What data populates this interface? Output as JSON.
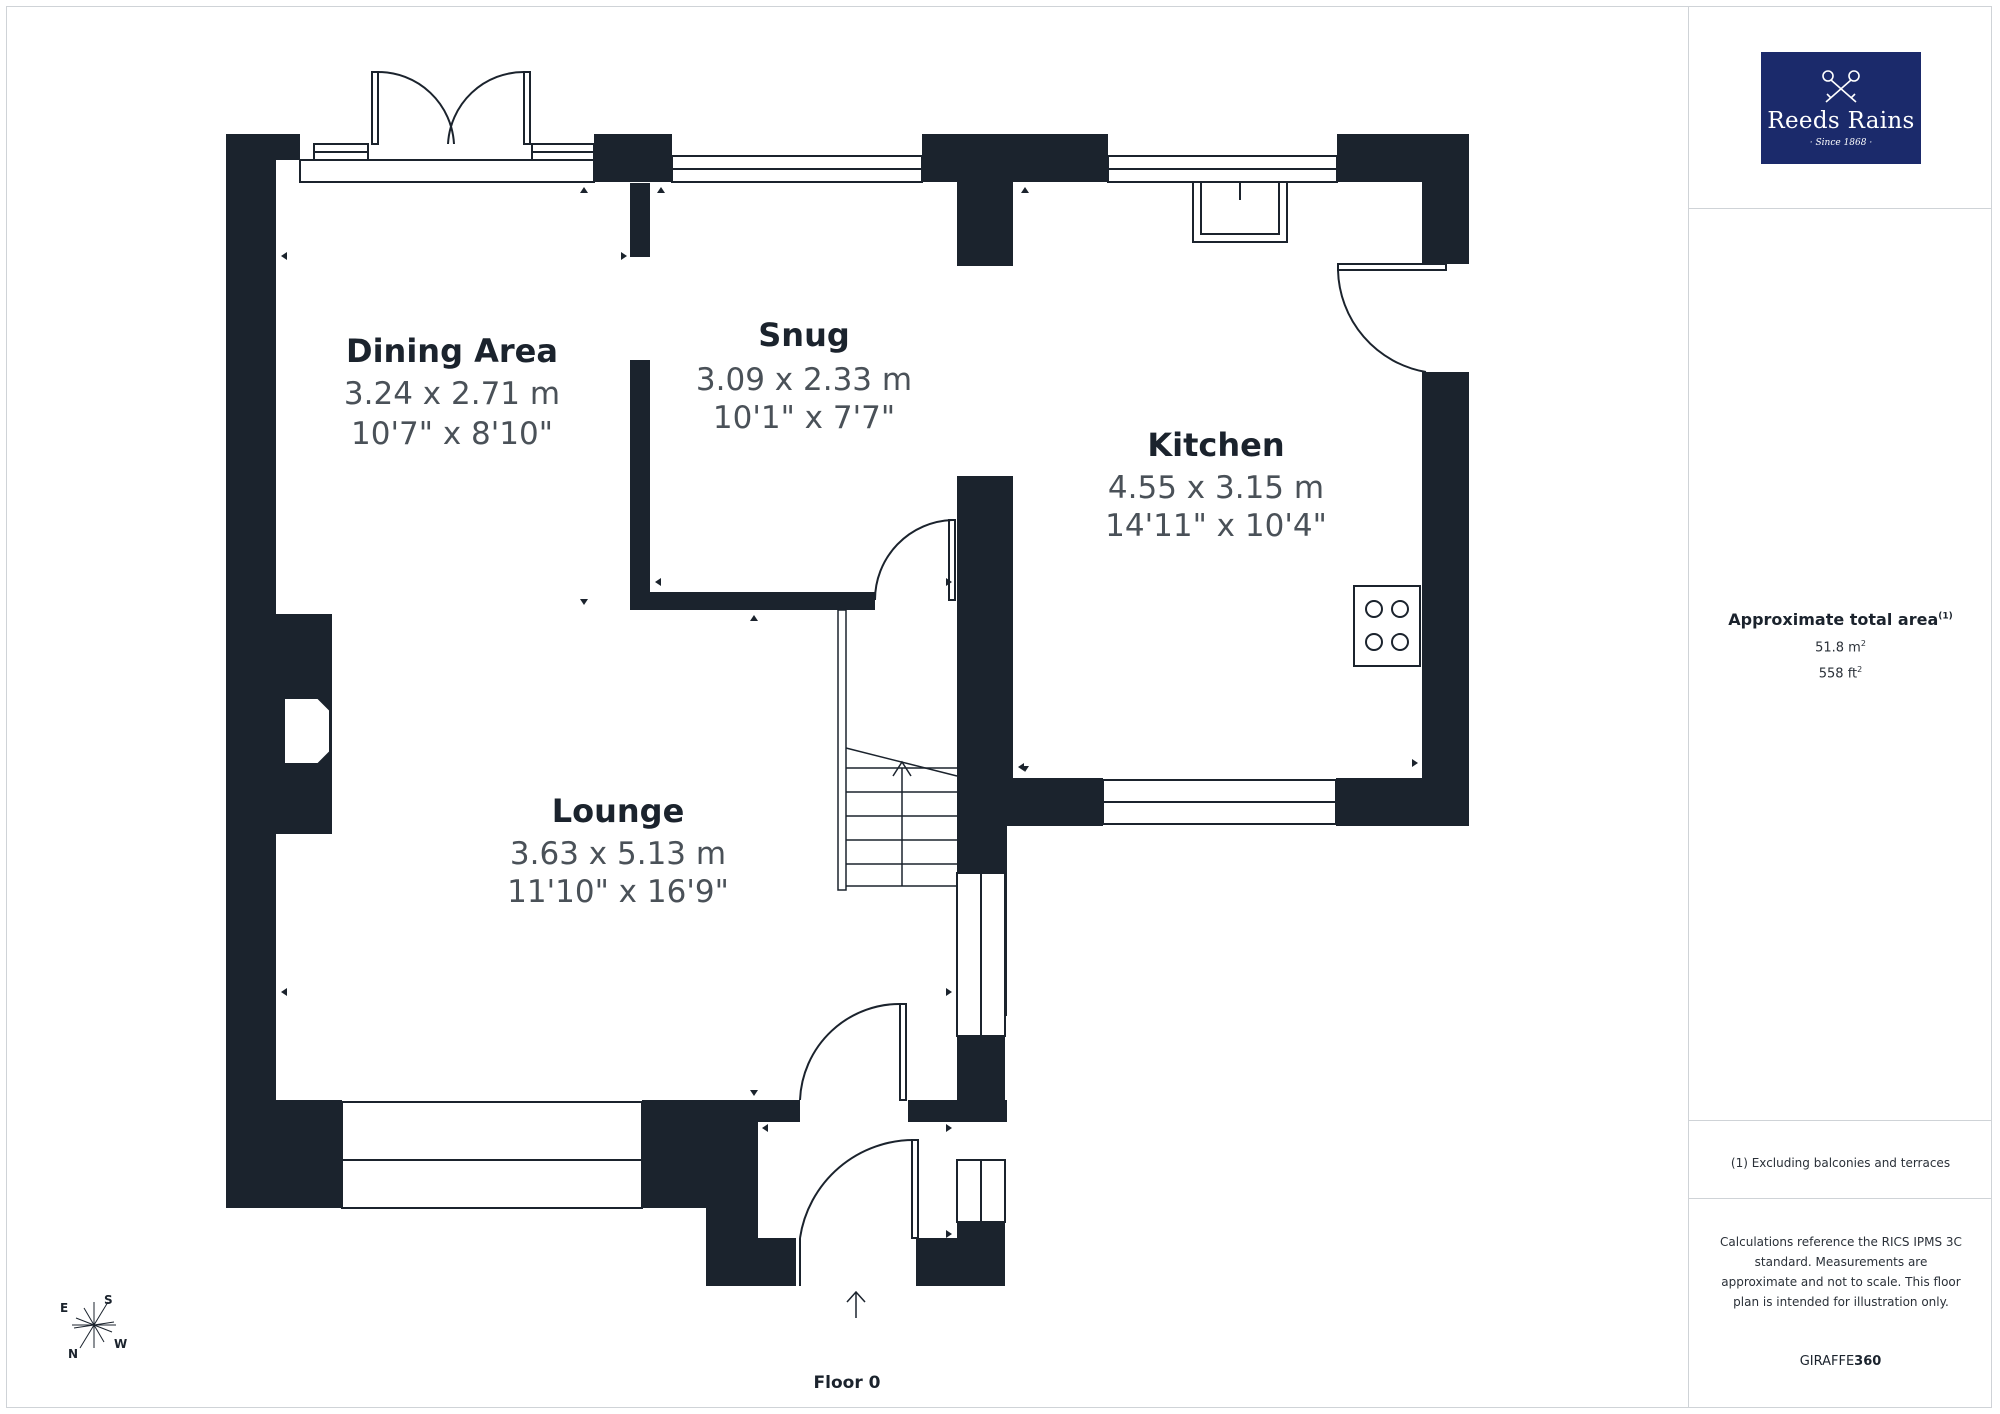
{
  "floor_label": "Floor 0",
  "rooms": [
    {
      "name": "Dining Area",
      "metric": "3.24 x 2.71 m",
      "imperial": "10'7\" x 8'10\""
    },
    {
      "name": "Snug",
      "metric": "3.09 x 2.33 m",
      "imperial": "10'1\" x 7'7\""
    },
    {
      "name": "Kitchen",
      "metric": "4.55 x 3.15 m",
      "imperial": "14'11\" x 10'4\""
    },
    {
      "name": "Lounge",
      "metric": "3.63 x 5.13 m",
      "imperial": "11'10\" x 16'9\""
    }
  ],
  "compass": {
    "e": "E",
    "s": "S",
    "n": "N",
    "w": "W"
  },
  "logo": {
    "name": "Reeds Rains",
    "since": "· Since 1868 ·",
    "color": "#1b2a6b"
  },
  "area": {
    "title": "Approximate total area",
    "note_mark": "(1)",
    "metric_value": "51.8 m",
    "metric_unit_sup": "2",
    "imperial_value": "558 ft",
    "imperial_unit_sup": "2"
  },
  "footnote": "(1) Excluding balconies and terraces",
  "disclaimer": "Calculations reference the RICS IPMS 3C standard. Measurements are approximate and not to scale. This floor plan is intended for illustration only.",
  "brand": {
    "part1": "GIRAFFE",
    "part2": "360"
  },
  "colors": {
    "wall": "#1b232d",
    "text": "#1b232d",
    "border": "#cfd3d7"
  }
}
